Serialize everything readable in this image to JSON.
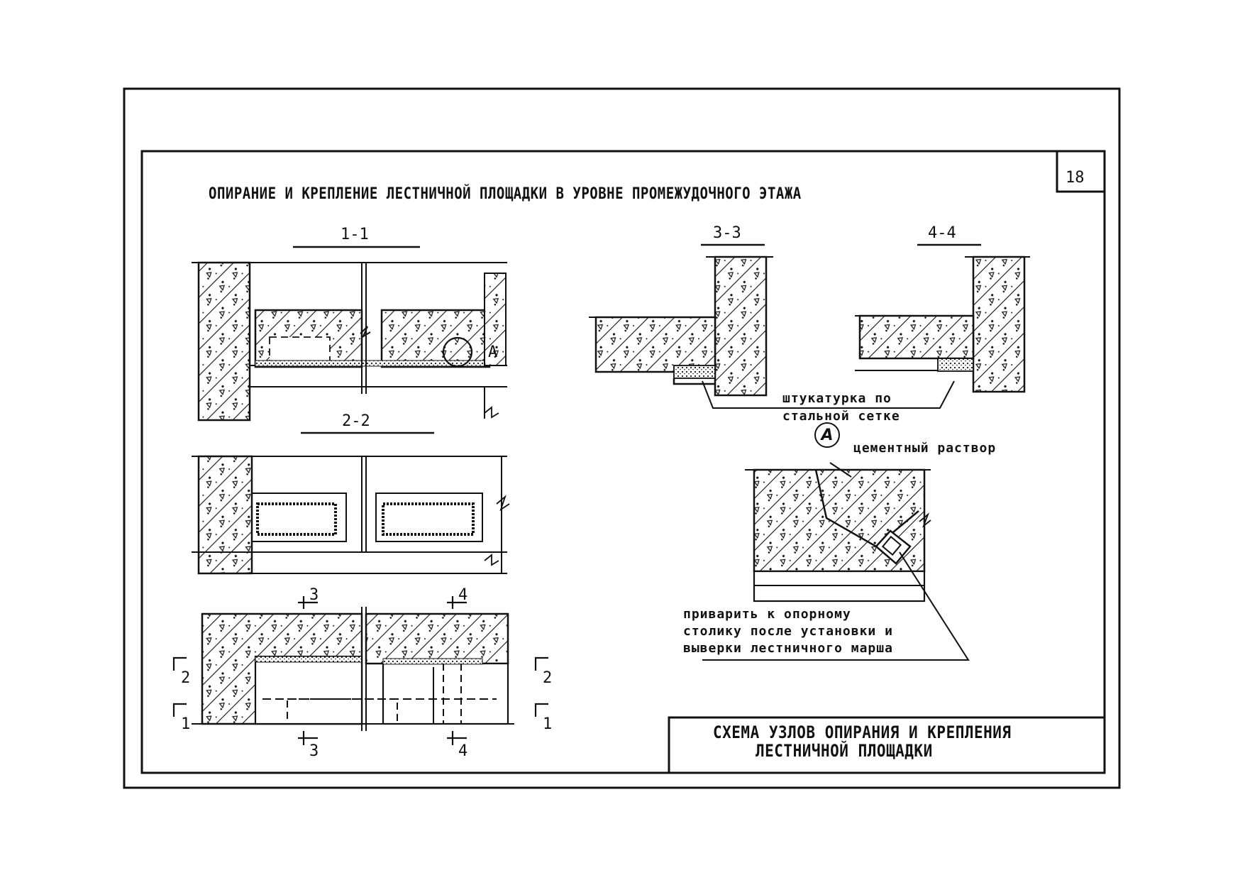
{
  "sheet": {
    "number": "18",
    "title": "ОПИРАНИЕ И КРЕПЛЕНИЕ ЛЕСТНИЧНОЙ ПЛОЩАДКИ В УРОВНЕ ПРОМЕЖУДОЧНОГО ЭТАЖА"
  },
  "sections": {
    "s11": "1-1",
    "s22": "2-2",
    "s33": "3-3",
    "s44": "4-4"
  },
  "markers": {
    "a_plan": "A",
    "a_callout": "A",
    "cut_2_left": "2",
    "cut_1_left": "1",
    "cut_2_right": "2",
    "cut_1_right": "1",
    "cut_3_top": "3",
    "cut_4_top": "4",
    "cut_3_bottom": "3",
    "cut_4_bottom": "4"
  },
  "notes": {
    "plaster_line1": "штукатурка по",
    "plaster_line2": "стальной сетке",
    "mortar": "цементный раствор",
    "weld_line1": "приварить к опорному",
    "weld_line2": "столику после установки и",
    "weld_line3": "выверки лестничного марша"
  },
  "stamp": {
    "line1": "СХЕМА УЗЛОВ ОПИРАНИЯ И КРЕПЛЕНИЯ",
    "line2": "ЛЕСТНИЧНОЙ ПЛОЩАДКИ"
  }
}
